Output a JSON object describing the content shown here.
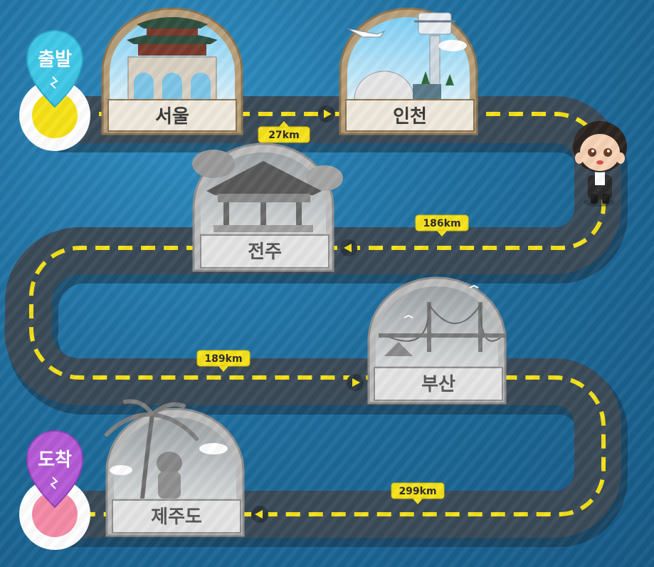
{
  "start_pin": {
    "label": "출발",
    "color": "#3fc8e6",
    "dot_color": "#f7e317"
  },
  "end_pin": {
    "label": "도착",
    "color": "#b45ad6",
    "dot_color": "#f58aa6"
  },
  "stops": [
    {
      "name": "서울",
      "state": "visited"
    },
    {
      "name": "인천",
      "state": "visited"
    },
    {
      "name": "전주",
      "state": "locked"
    },
    {
      "name": "부산",
      "state": "locked"
    },
    {
      "name": "제주도",
      "state": "locked"
    }
  ],
  "distances": [
    {
      "label": "27km"
    },
    {
      "label": "186km"
    },
    {
      "label": "189km"
    },
    {
      "label": "299km"
    }
  ],
  "player": {
    "name": "character-avatar"
  },
  "colors": {
    "road": "#3b4a58",
    "dash": "#f4e11a",
    "water": "#1f6e9e",
    "badge": "#f6e21c"
  }
}
